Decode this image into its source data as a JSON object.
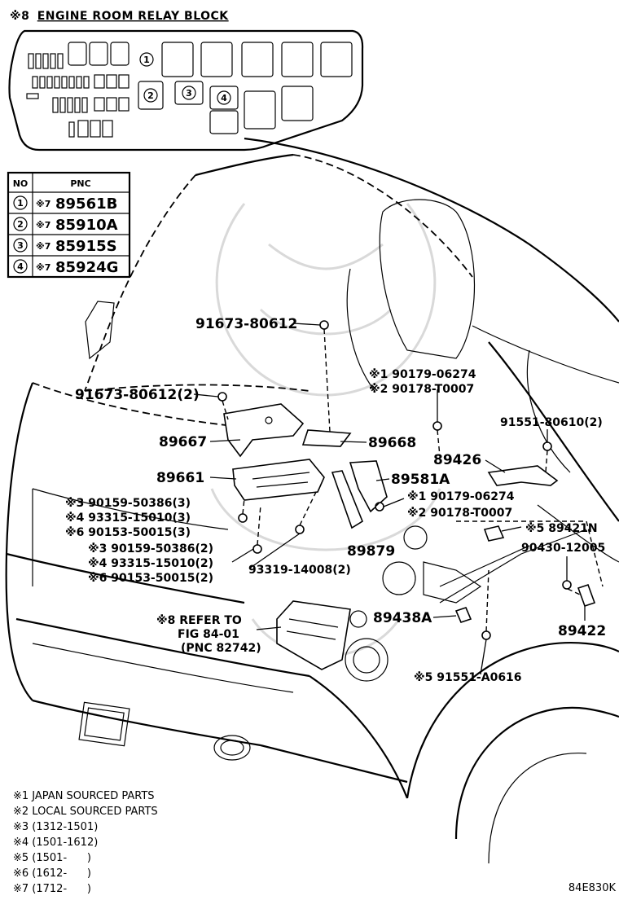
{
  "relay_block": {
    "mark": "※8",
    "title": "ENGINE ROOM RELAY BLOCK",
    "positions": [
      "1",
      "2",
      "3",
      "4"
    ]
  },
  "pnc_table": {
    "headers": {
      "no": "NO",
      "pnc": "PNC"
    },
    "rows": [
      {
        "no": "1",
        "mark": "※7",
        "pnc": "89561B"
      },
      {
        "no": "2",
        "mark": "※7",
        "pnc": "85910A"
      },
      {
        "no": "3",
        "mark": "※7",
        "pnc": "85915S"
      },
      {
        "no": "4",
        "mark": "※7",
        "pnc": "85924G"
      }
    ]
  },
  "labels": {
    "p91673_80612": "91673-80612",
    "p91673_80612_2": "91673-80612(2)",
    "p90179_06274_a": "※1 90179-06274",
    "p90178_t0007_a": "※2 90178-T0007",
    "p91551_80610_2": "91551-80610(2)",
    "p89667": "89667",
    "p89668": "89668",
    "p89426": "89426",
    "p89661": "89661",
    "p89581a": "89581A",
    "p90159_50386_3": "※3 90159-50386(3)",
    "p93315_15010_3": "※4 93315-15010(3)",
    "p90153_50015_3": "※6 90153-50015(3)",
    "p90179_06274_b": "※1 90179-06274",
    "p90178_t0007_b": "※2 90178-T0007",
    "p89421n": "※5 89421N",
    "p90430_12005": "90430-12005",
    "p90159_50386_2": "※3 90159-50386(2)",
    "p93315_15010_2": "※4 93315-15010(2)",
    "p90153_50015_2": "※6 90153-50015(2)",
    "p89879": "89879",
    "p93319_14008_2": "93319-14008(2)",
    "p89438a": "89438A",
    "p89422": "89422",
    "refer_1": "※8 REFER TO",
    "refer_2": "FIG 84-01",
    "refer_3": "(PNC 82742)",
    "p91551_a0616": "※5 91551-A0616"
  },
  "notes": [
    "※1 JAPAN SOURCED PARTS",
    "※2 LOCAL SOURCED PARTS",
    "※3 (1312-1501)",
    "※4 (1501-1612)",
    "※5 (1501-      )",
    "※6 (1612-      )",
    "※7 (1712-      )"
  ],
  "figure_code": "84E830K"
}
